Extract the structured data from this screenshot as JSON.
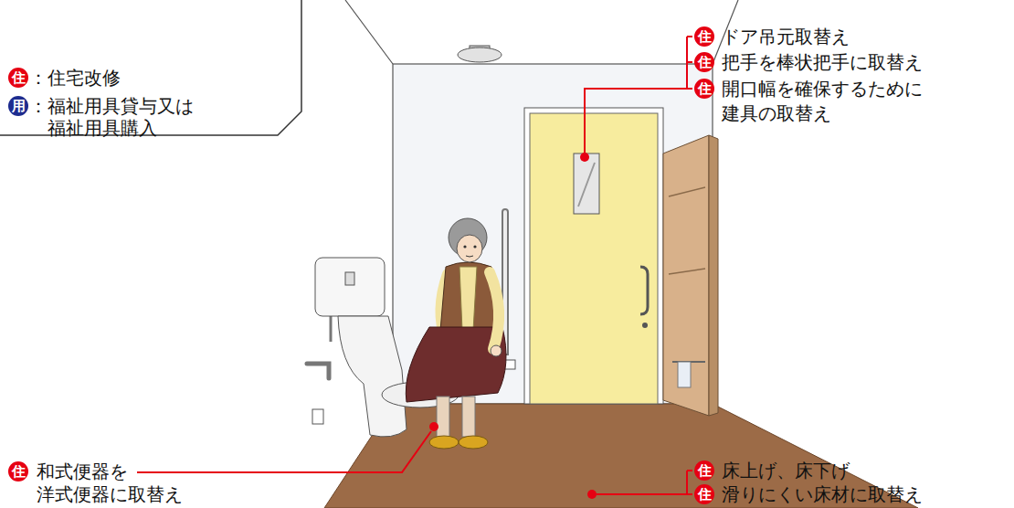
{
  "diagram": {
    "labels": [
      "住",
      "用",
      "住",
      "ドア吊元取替え",
      "住",
      "把手を棒状把手に取替え",
      "住",
      "開口幅を確保するために 建具の取替え",
      "住",
      "和式便器を 洋式便器に取替え",
      "住",
      "床上げ、床下げ",
      "住",
      "滑りにくい床材に取替え"
    ],
    "legend": [
      {
        "text": "：住宅改修",
        "color": "#e60012"
      },
      {
        "text": "：福祉用具貸与又は 福祉用具購入",
        "color": "#1d2c8f"
      }
    ]
  }
}
